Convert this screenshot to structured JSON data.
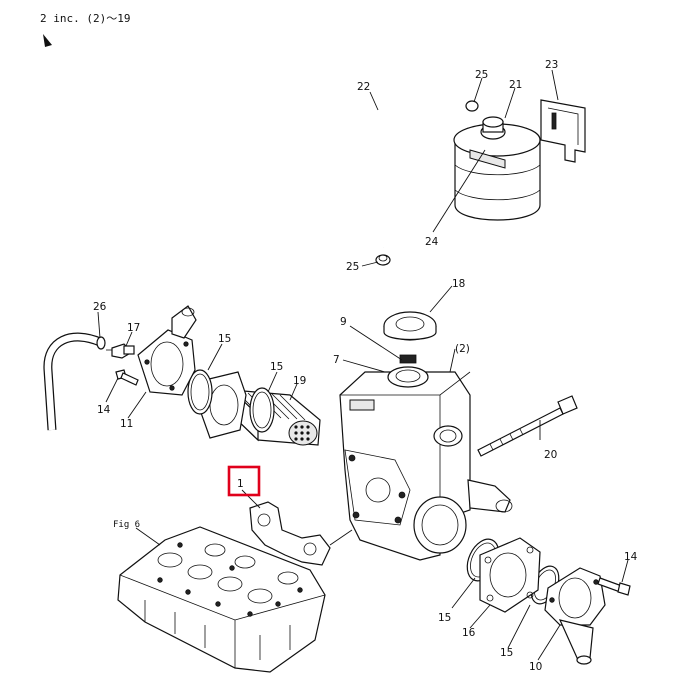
{
  "header": {
    "text": "2 inc. (2)～19"
  },
  "figure_ref": "Fig 6",
  "highlighted_label": "1",
  "callouts": {
    "c1": "1",
    "c2": "(2)",
    "c7": "7",
    "c9": "9",
    "c10": "10",
    "c11": "11",
    "c14a": "14",
    "c14b": "14",
    "c15a": "15",
    "c15b": "15",
    "c15c": "15",
    "c15d": "15",
    "c16": "16",
    "c17": "17",
    "c18": "18",
    "c19": "19",
    "c20": "20",
    "c21": "21",
    "c22": "22",
    "c23": "23",
    "c24": "24",
    "c25a": "25",
    "c25b": "25",
    "c26": "26"
  },
  "colors": {
    "highlight": "#e0001b",
    "line": "#111111"
  }
}
